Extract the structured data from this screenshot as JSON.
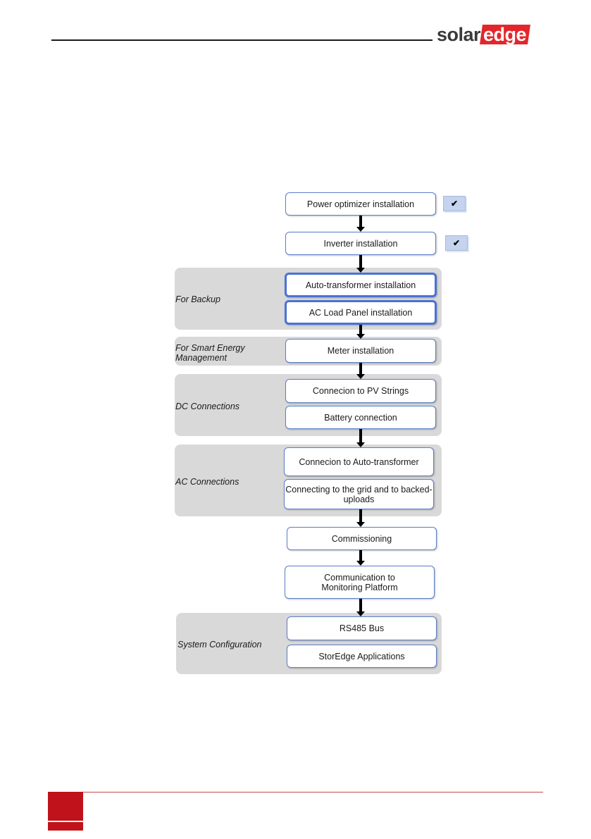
{
  "header": {
    "logo_solar": "solar",
    "logo_edge": "edge"
  },
  "colors": {
    "brand_red": "#e3262b",
    "step_border": "#5b7fc9",
    "group_bg": "#d9d9d9"
  },
  "diagram": {
    "steps": {
      "power_optimizer": "Power optimizer installation",
      "inverter": "Inverter installation",
      "auto_transformer": "Auto-transformer installation",
      "ac_load_panel": "AC Load Panel installation",
      "meter": "Meter installation",
      "pv_strings": "Connecion to PV Strings",
      "battery": "Battery connection",
      "auto_transformer_conn": "Connecion to Auto-transformer",
      "grid_line1": "Connecting to the grid and to backed-",
      "grid_line2": "uploads",
      "commissioning": "Commissioning",
      "comm_line1": "Communication to",
      "comm_line2": "Monitoring Platform",
      "rs485": "RS485 Bus",
      "storedge_apps": "StorEdge Applications"
    },
    "groups": {
      "backup": "For Backup",
      "smart_energy_line1": "For Smart Energy",
      "smart_energy_line2": "Management",
      "dc": "DC Connections",
      "ac": "AC Connections",
      "system_config": "System Configuration"
    },
    "check_mark": "✔"
  }
}
